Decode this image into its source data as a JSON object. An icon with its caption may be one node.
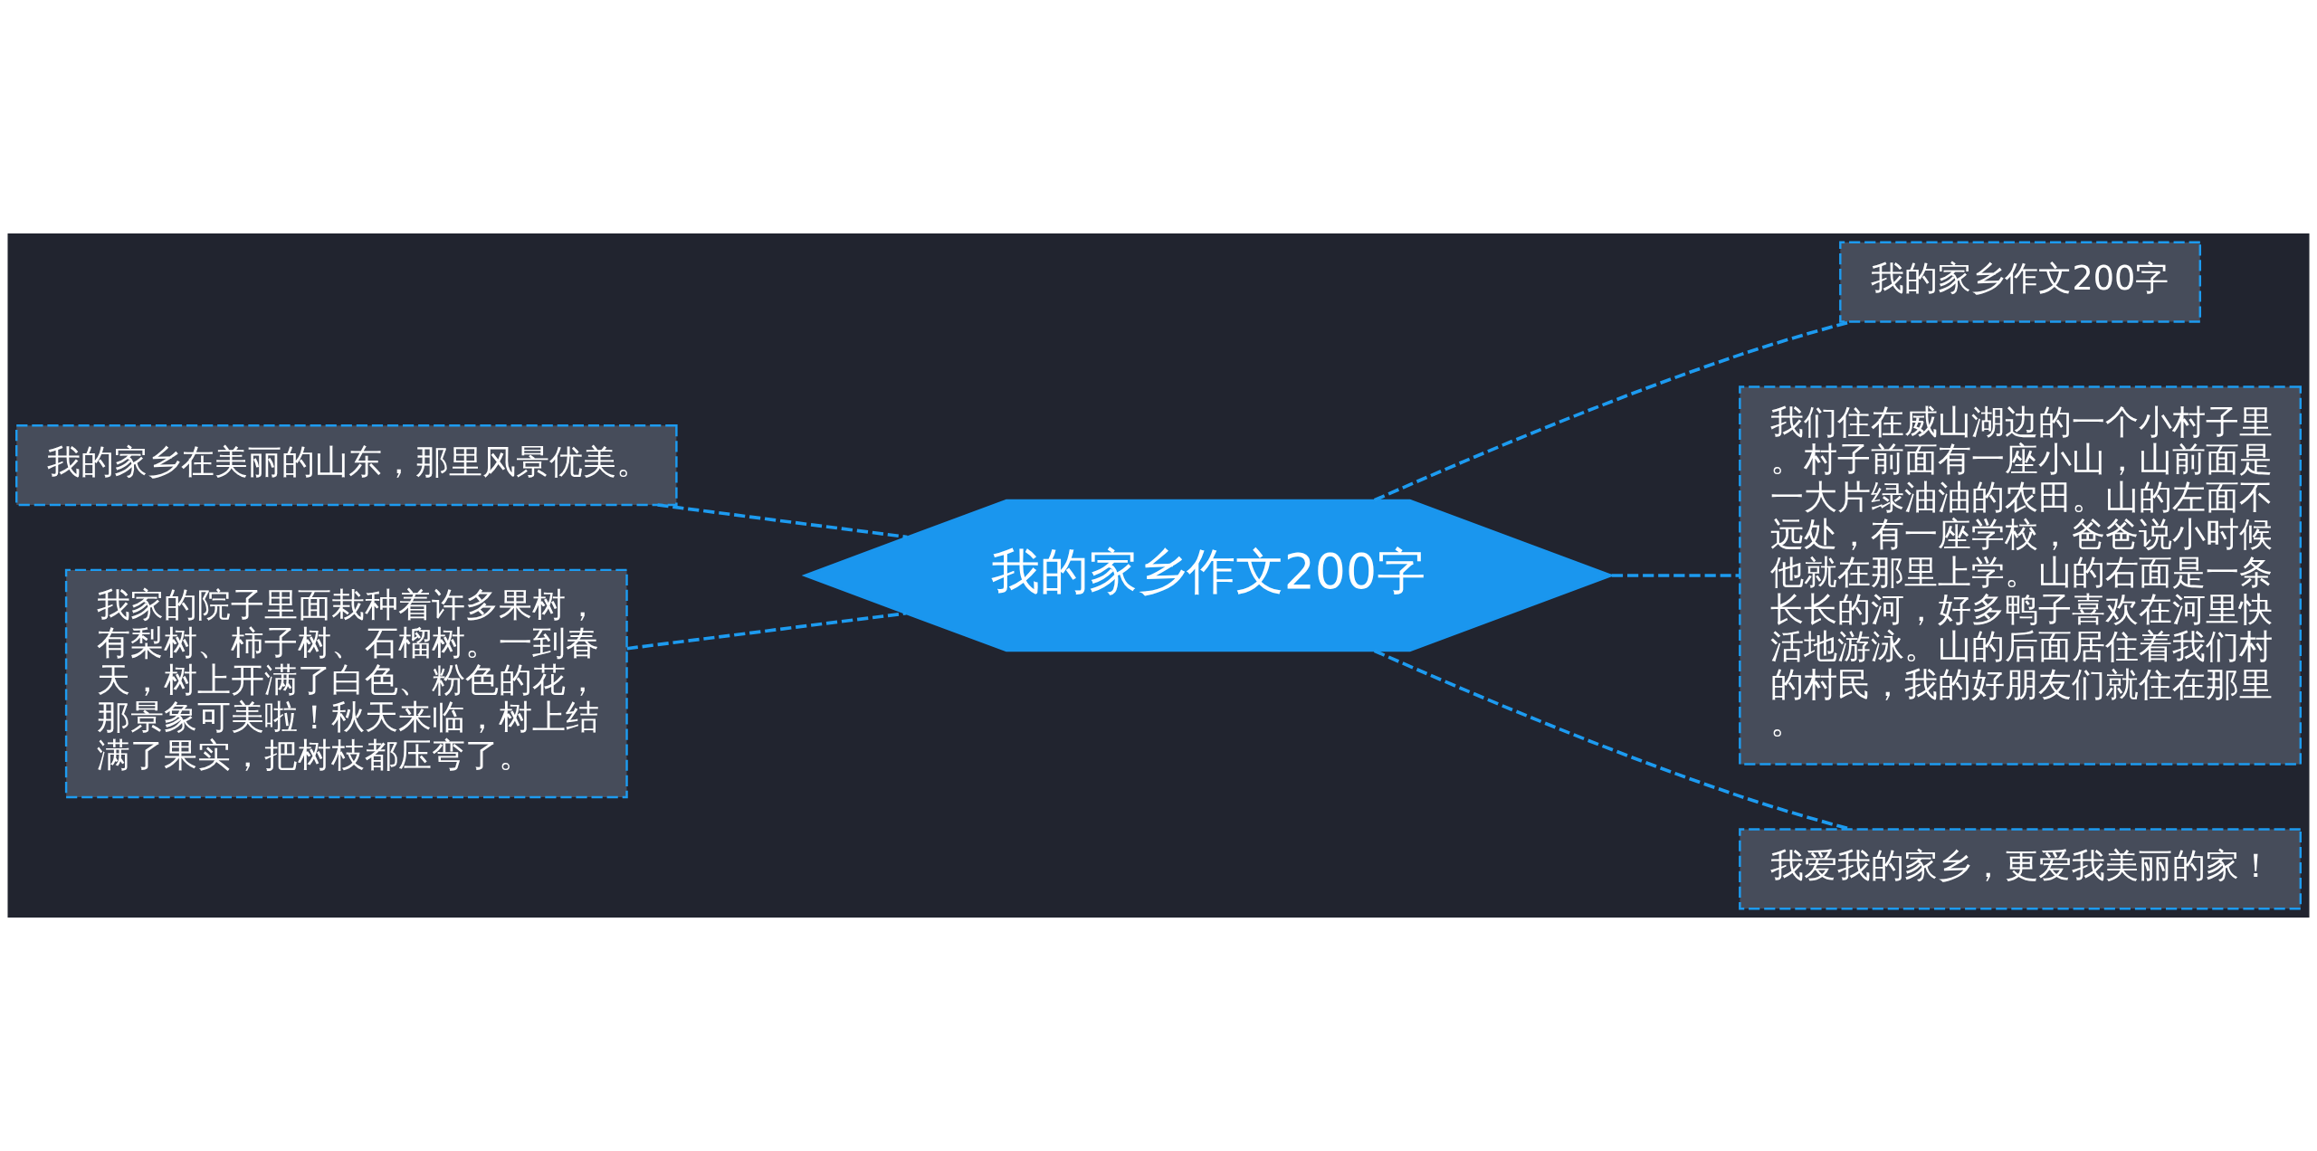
{
  "diagram": {
    "nodes": [
      {
        "text": [
          "我的家乡作文200字"
        ]
      },
      {
        "text": [
          "我的家乡在美丽的山东，那里风景优美。"
        ]
      },
      {
        "text": [
          "我家的院子里面栽种着许多果树，有梨树、柿子树、石榴树。一到春天，树上开满了白色、粉色的花，那景象可美啦！秋天来临，树上结满了果实，把树枝都压弯了。"
        ]
      },
      {
        "text": [
          "我的家乡作文200字"
        ]
      },
      {
        "text": [
          "我们住在威山湖边的一个小村子里。村子前面有一座小山，山前面是一大片绿油油的农田。山的左面不远处，有一座学校，爸爸说小时候他就在那里上学。山的右面是一条长长的河，好多鸭子喜欢在河里快活地游泳。山的后面居住着我们村的村民，我的好朋友们就住在那里。"
        ]
      },
      {
        "text": [
          "我爱我的家乡，更爱我美丽的家！"
        ]
      }
    ],
    "edges": [
      {
        "from": 0,
        "to": 1,
        "arrow": "none",
        "style": "dashed"
      },
      {
        "from": 0,
        "to": 2,
        "arrow": "none",
        "style": "dashed"
      },
      {
        "from": 0,
        "to": 3,
        "arrow": "none",
        "style": "dashed"
      },
      {
        "from": 0,
        "to": 4,
        "arrow": "none",
        "style": "dashed"
      },
      {
        "from": 0,
        "to": 5,
        "arrow": "none",
        "style": "dashed"
      }
    ]
  }
}
